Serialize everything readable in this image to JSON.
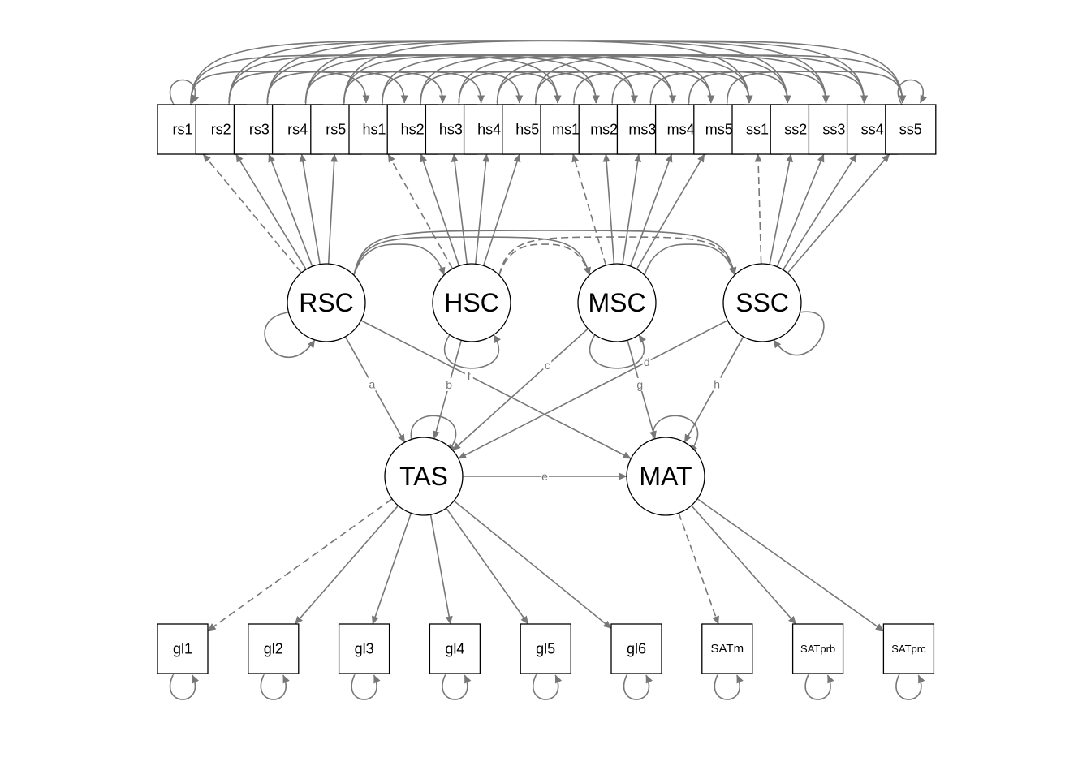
{
  "colors": {
    "edge": "#777777",
    "node_border": "#000000",
    "background": "#ffffff"
  },
  "nodes": {
    "indicators": [
      "rs1",
      "rs2",
      "rs3",
      "rs4",
      "rs5",
      "hs1",
      "hs2",
      "hs3",
      "hs4",
      "hs5",
      "ms1",
      "ms2",
      "ms3",
      "ms4",
      "ms5",
      "ss1",
      "ss2",
      "ss3",
      "ss4",
      "ss5"
    ],
    "latent_upper": [
      "RSC",
      "HSC",
      "MSC",
      "SSC"
    ],
    "latent_lower": [
      "TAS",
      "MAT"
    ],
    "outcomes": [
      "gl1",
      "gl2",
      "gl3",
      "gl4",
      "gl5",
      "gl6",
      "SATm",
      "SATprb",
      "SATprc"
    ]
  },
  "loadings": [
    {
      "from": "RSC",
      "to": "rs1",
      "style": "dashed"
    },
    {
      "from": "RSC",
      "to": "rs2",
      "style": "solid"
    },
    {
      "from": "RSC",
      "to": "rs3",
      "style": "solid"
    },
    {
      "from": "RSC",
      "to": "rs4",
      "style": "solid"
    },
    {
      "from": "RSC",
      "to": "rs5",
      "style": "solid"
    },
    {
      "from": "HSC",
      "to": "hs1",
      "style": "dashed"
    },
    {
      "from": "HSC",
      "to": "hs2",
      "style": "solid"
    },
    {
      "from": "HSC",
      "to": "hs3",
      "style": "solid"
    },
    {
      "from": "HSC",
      "to": "hs4",
      "style": "solid"
    },
    {
      "from": "HSC",
      "to": "hs5",
      "style": "solid"
    },
    {
      "from": "MSC",
      "to": "ms1",
      "style": "dashed"
    },
    {
      "from": "MSC",
      "to": "ms2",
      "style": "solid"
    },
    {
      "from": "MSC",
      "to": "ms3",
      "style": "solid"
    },
    {
      "from": "MSC",
      "to": "ms4",
      "style": "solid"
    },
    {
      "from": "MSC",
      "to": "ms5",
      "style": "solid"
    },
    {
      "from": "SSC",
      "to": "ss1",
      "style": "dashed"
    },
    {
      "from": "SSC",
      "to": "ss2",
      "style": "solid"
    },
    {
      "from": "SSC",
      "to": "ss3",
      "style": "solid"
    },
    {
      "from": "SSC",
      "to": "ss4",
      "style": "solid"
    },
    {
      "from": "SSC",
      "to": "ss5",
      "style": "solid"
    },
    {
      "from": "TAS",
      "to": "gl1",
      "style": "dashed"
    },
    {
      "from": "TAS",
      "to": "gl2",
      "style": "solid"
    },
    {
      "from": "TAS",
      "to": "gl3",
      "style": "solid"
    },
    {
      "from": "TAS",
      "to": "gl4",
      "style": "solid"
    },
    {
      "from": "TAS",
      "to": "gl5",
      "style": "solid"
    },
    {
      "from": "TAS",
      "to": "gl6",
      "style": "solid"
    },
    {
      "from": "MAT",
      "to": "SATm",
      "style": "dashed"
    },
    {
      "from": "MAT",
      "to": "SATprb",
      "style": "solid"
    },
    {
      "from": "MAT",
      "to": "SATprc",
      "style": "solid"
    }
  ],
  "regressions": [
    {
      "from": "RSC",
      "to": "TAS",
      "label": "a"
    },
    {
      "from": "HSC",
      "to": "TAS",
      "label": "b"
    },
    {
      "from": "MSC",
      "to": "TAS",
      "label": "c"
    },
    {
      "from": "SSC",
      "to": "TAS",
      "label": "d"
    },
    {
      "from": "RSC",
      "to": "MAT",
      "label": "f"
    },
    {
      "from": "MSC",
      "to": "MAT",
      "label": "g"
    },
    {
      "from": "SSC",
      "to": "MAT",
      "label": "h"
    },
    {
      "from": "TAS",
      "to": "MAT",
      "label": "e"
    }
  ],
  "latent_covariances": [
    {
      "a": "RSC",
      "b": "HSC",
      "style": "solid"
    },
    {
      "a": "RSC",
      "b": "MSC",
      "style": "solid"
    },
    {
      "a": "RSC",
      "b": "SSC",
      "style": "solid"
    },
    {
      "a": "HSC",
      "b": "MSC",
      "style": "dashed"
    },
    {
      "a": "HSC",
      "b": "SSC",
      "style": "dashed"
    },
    {
      "a": "MSC",
      "b": "SSC",
      "style": "solid"
    }
  ],
  "residual_covariances": [
    {
      "a": "rs1",
      "b": "hs1"
    },
    {
      "a": "rs1",
      "b": "ms1"
    },
    {
      "a": "rs1",
      "b": "ss1"
    },
    {
      "a": "hs1",
      "b": "ms1"
    },
    {
      "a": "hs1",
      "b": "ss1"
    },
    {
      "a": "ms1",
      "b": "ss1"
    },
    {
      "a": "rs2",
      "b": "hs2"
    },
    {
      "a": "rs2",
      "b": "ms2"
    },
    {
      "a": "rs2",
      "b": "ss2"
    },
    {
      "a": "hs2",
      "b": "ms2"
    },
    {
      "a": "hs2",
      "b": "ss2"
    },
    {
      "a": "ms2",
      "b": "ss2"
    },
    {
      "a": "rs3",
      "b": "hs3"
    },
    {
      "a": "rs3",
      "b": "ms3"
    },
    {
      "a": "rs3",
      "b": "ss3"
    },
    {
      "a": "hs3",
      "b": "ms3"
    },
    {
      "a": "hs3",
      "b": "ss3"
    },
    {
      "a": "ms3",
      "b": "ss3"
    },
    {
      "a": "rs4",
      "b": "hs4"
    },
    {
      "a": "rs4",
      "b": "ms4"
    },
    {
      "a": "rs4",
      "b": "ss4"
    },
    {
      "a": "hs4",
      "b": "ms4"
    },
    {
      "a": "hs4",
      "b": "ss4"
    },
    {
      "a": "ms4",
      "b": "ss4"
    },
    {
      "a": "rs5",
      "b": "hs5"
    },
    {
      "a": "rs5",
      "b": "ms5"
    },
    {
      "a": "rs5",
      "b": "ss5"
    },
    {
      "a": "hs5",
      "b": "ms5"
    },
    {
      "a": "hs5",
      "b": "ss5"
    },
    {
      "a": "ms5",
      "b": "ss5"
    }
  ],
  "self_loops": [
    "rs1",
    "ss5",
    "RSC",
    "HSC",
    "MSC",
    "SSC",
    "TAS",
    "MAT",
    "gl1",
    "gl2",
    "gl3",
    "gl4",
    "gl5",
    "gl6",
    "SATm",
    "SATprb",
    "SATprc"
  ]
}
